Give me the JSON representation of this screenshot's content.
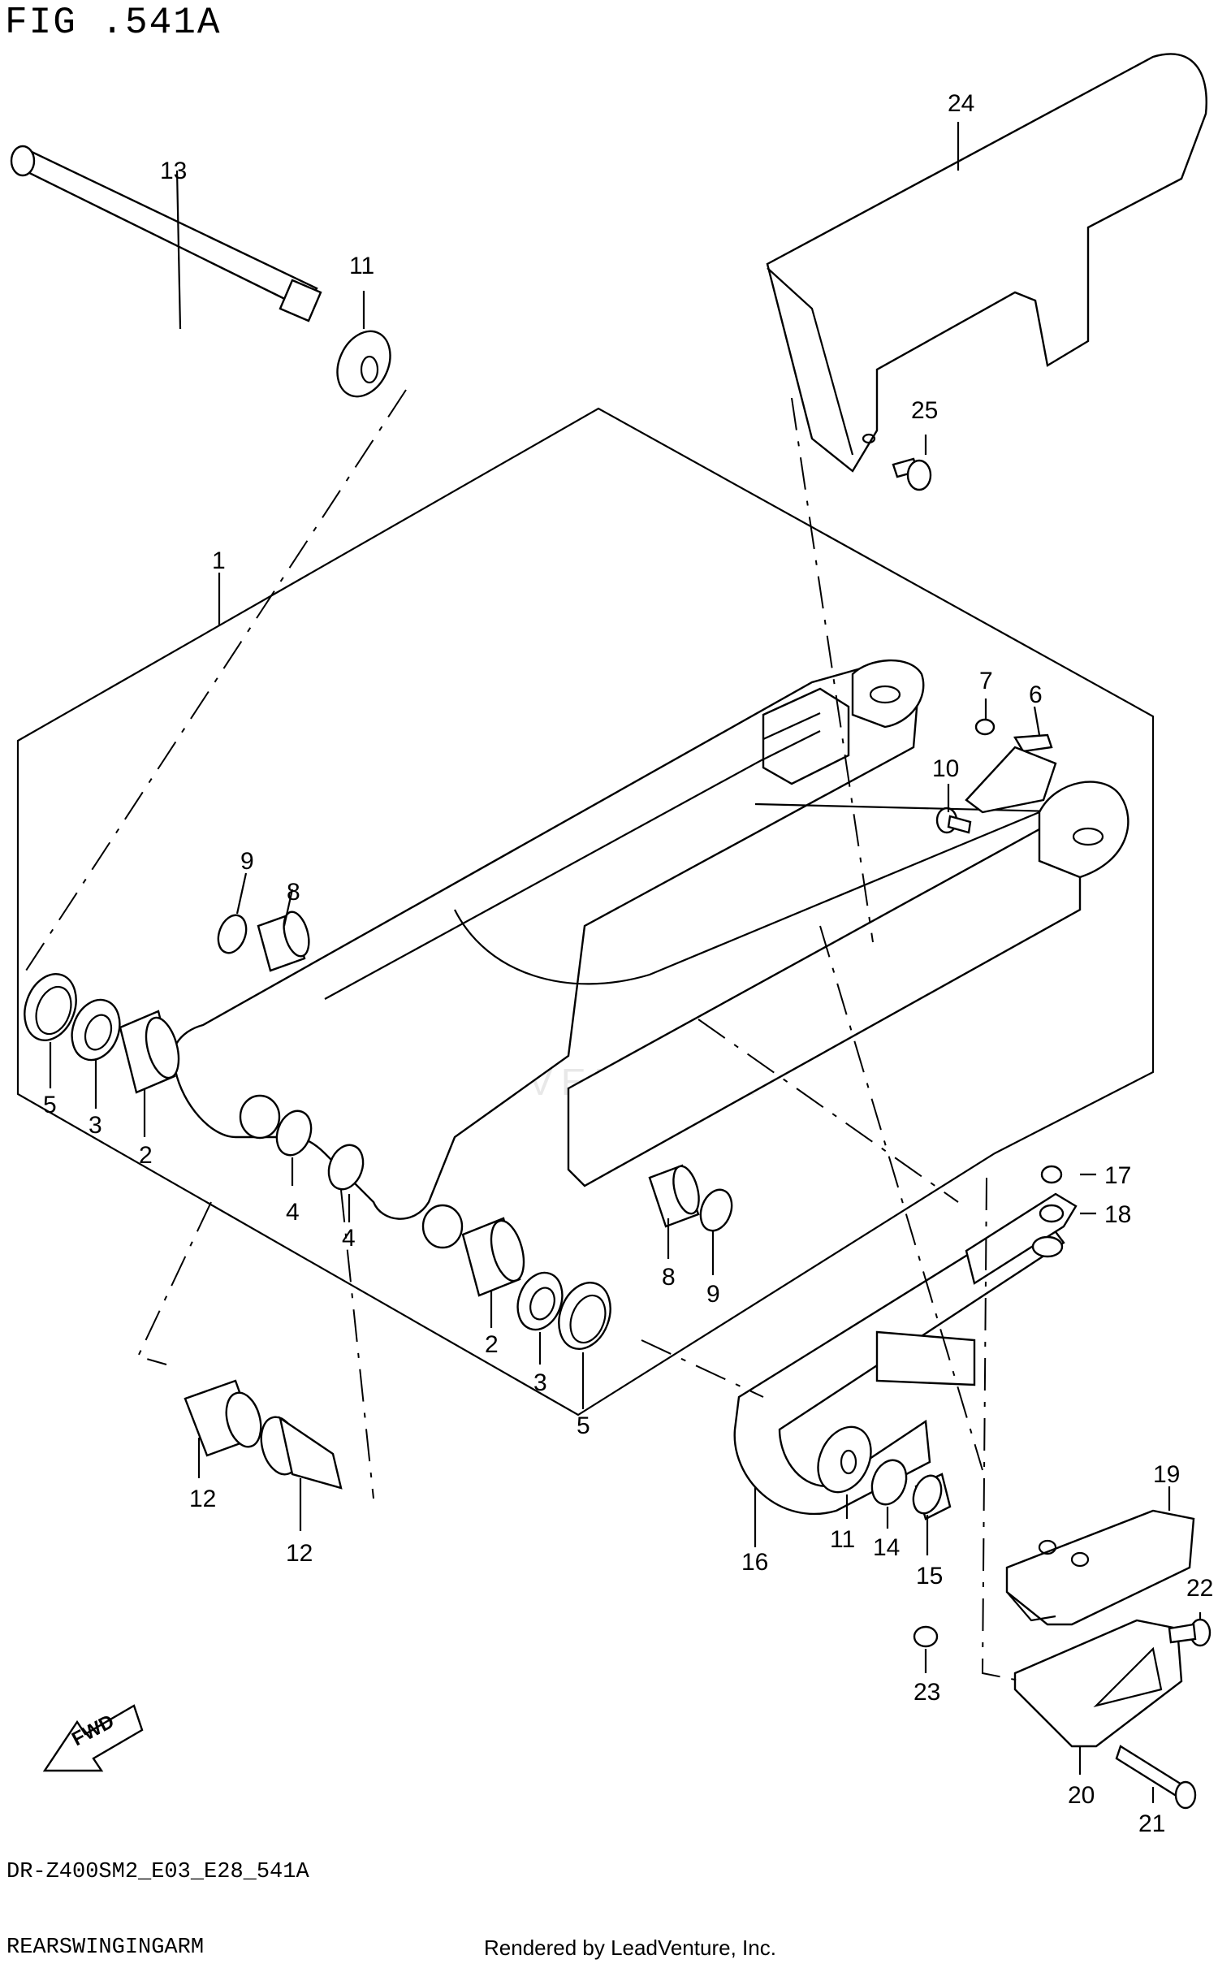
{
  "figure": {
    "title": "FIG .541A",
    "model_code": "DR-Z400SM2_E03_E28_541A",
    "section_name": "REARSWINGINGARM",
    "credit": "Rendered by LeadVenture, Inc.",
    "watermark": "LEADVENTURE",
    "direction_label": "FWD"
  },
  "callouts": {
    "c1": "1",
    "c2a": "2",
    "c2b": "2",
    "c3a": "3",
    "c3b": "3",
    "c4a": "4",
    "c4b": "4",
    "c5a": "5",
    "c5b": "5",
    "c6": "6",
    "c7": "7",
    "c8a": "8",
    "c8b": "8",
    "c9a": "9",
    "c9b": "9",
    "c10": "10",
    "c11a": "11",
    "c11b": "11",
    "c12a": "12",
    "c12b": "12",
    "c13": "13",
    "c14": "14",
    "c15": "15",
    "c16": "16",
    "c17": "17",
    "c18": "18",
    "c19": "19",
    "c20": "20",
    "c21": "21",
    "c22": "22",
    "c23": "23",
    "c24": "24",
    "c25": "25"
  },
  "colors": {
    "ink": "#000000",
    "paper": "#ffffff",
    "watermark": "#e8e8e8"
  }
}
